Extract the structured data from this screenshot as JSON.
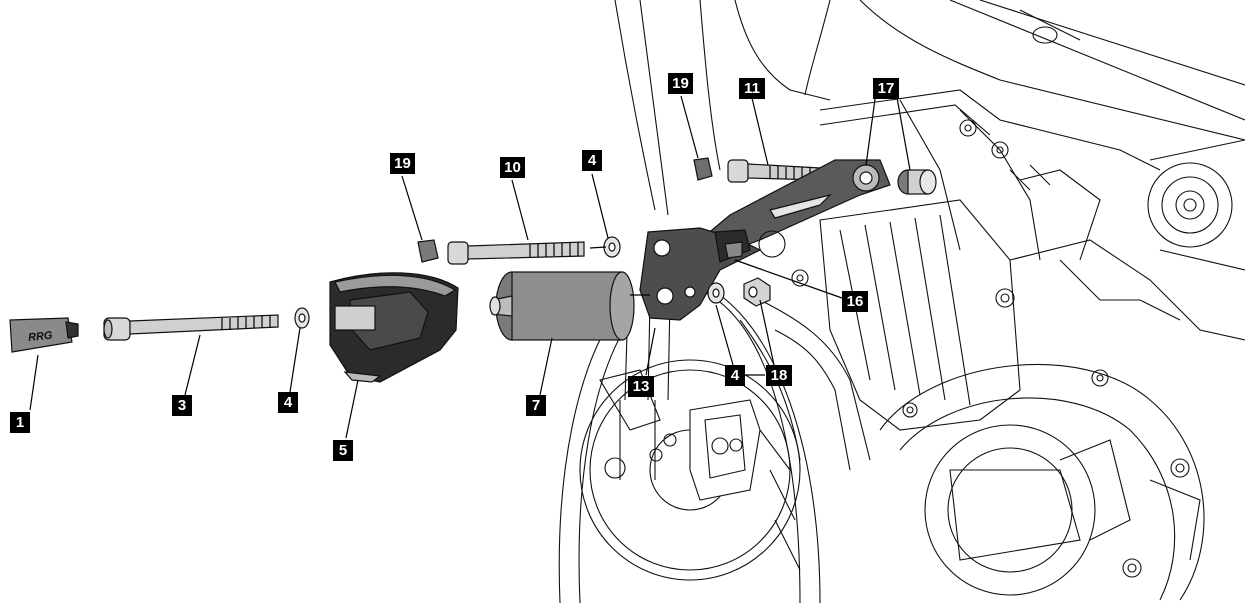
{
  "callouts": [
    "1",
    "3",
    "4",
    "5",
    "19",
    "10",
    "4",
    "7",
    "13",
    "4",
    "18",
    "16",
    "19",
    "11",
    "17"
  ],
  "end_cap_logo": "RRG",
  "colors": {
    "part_dark": "#2b2b2b",
    "part_mid": "#6e6e6e",
    "part_light": "#a9a9a9",
    "label_bg": "#000000",
    "label_text": "#ffffff"
  }
}
